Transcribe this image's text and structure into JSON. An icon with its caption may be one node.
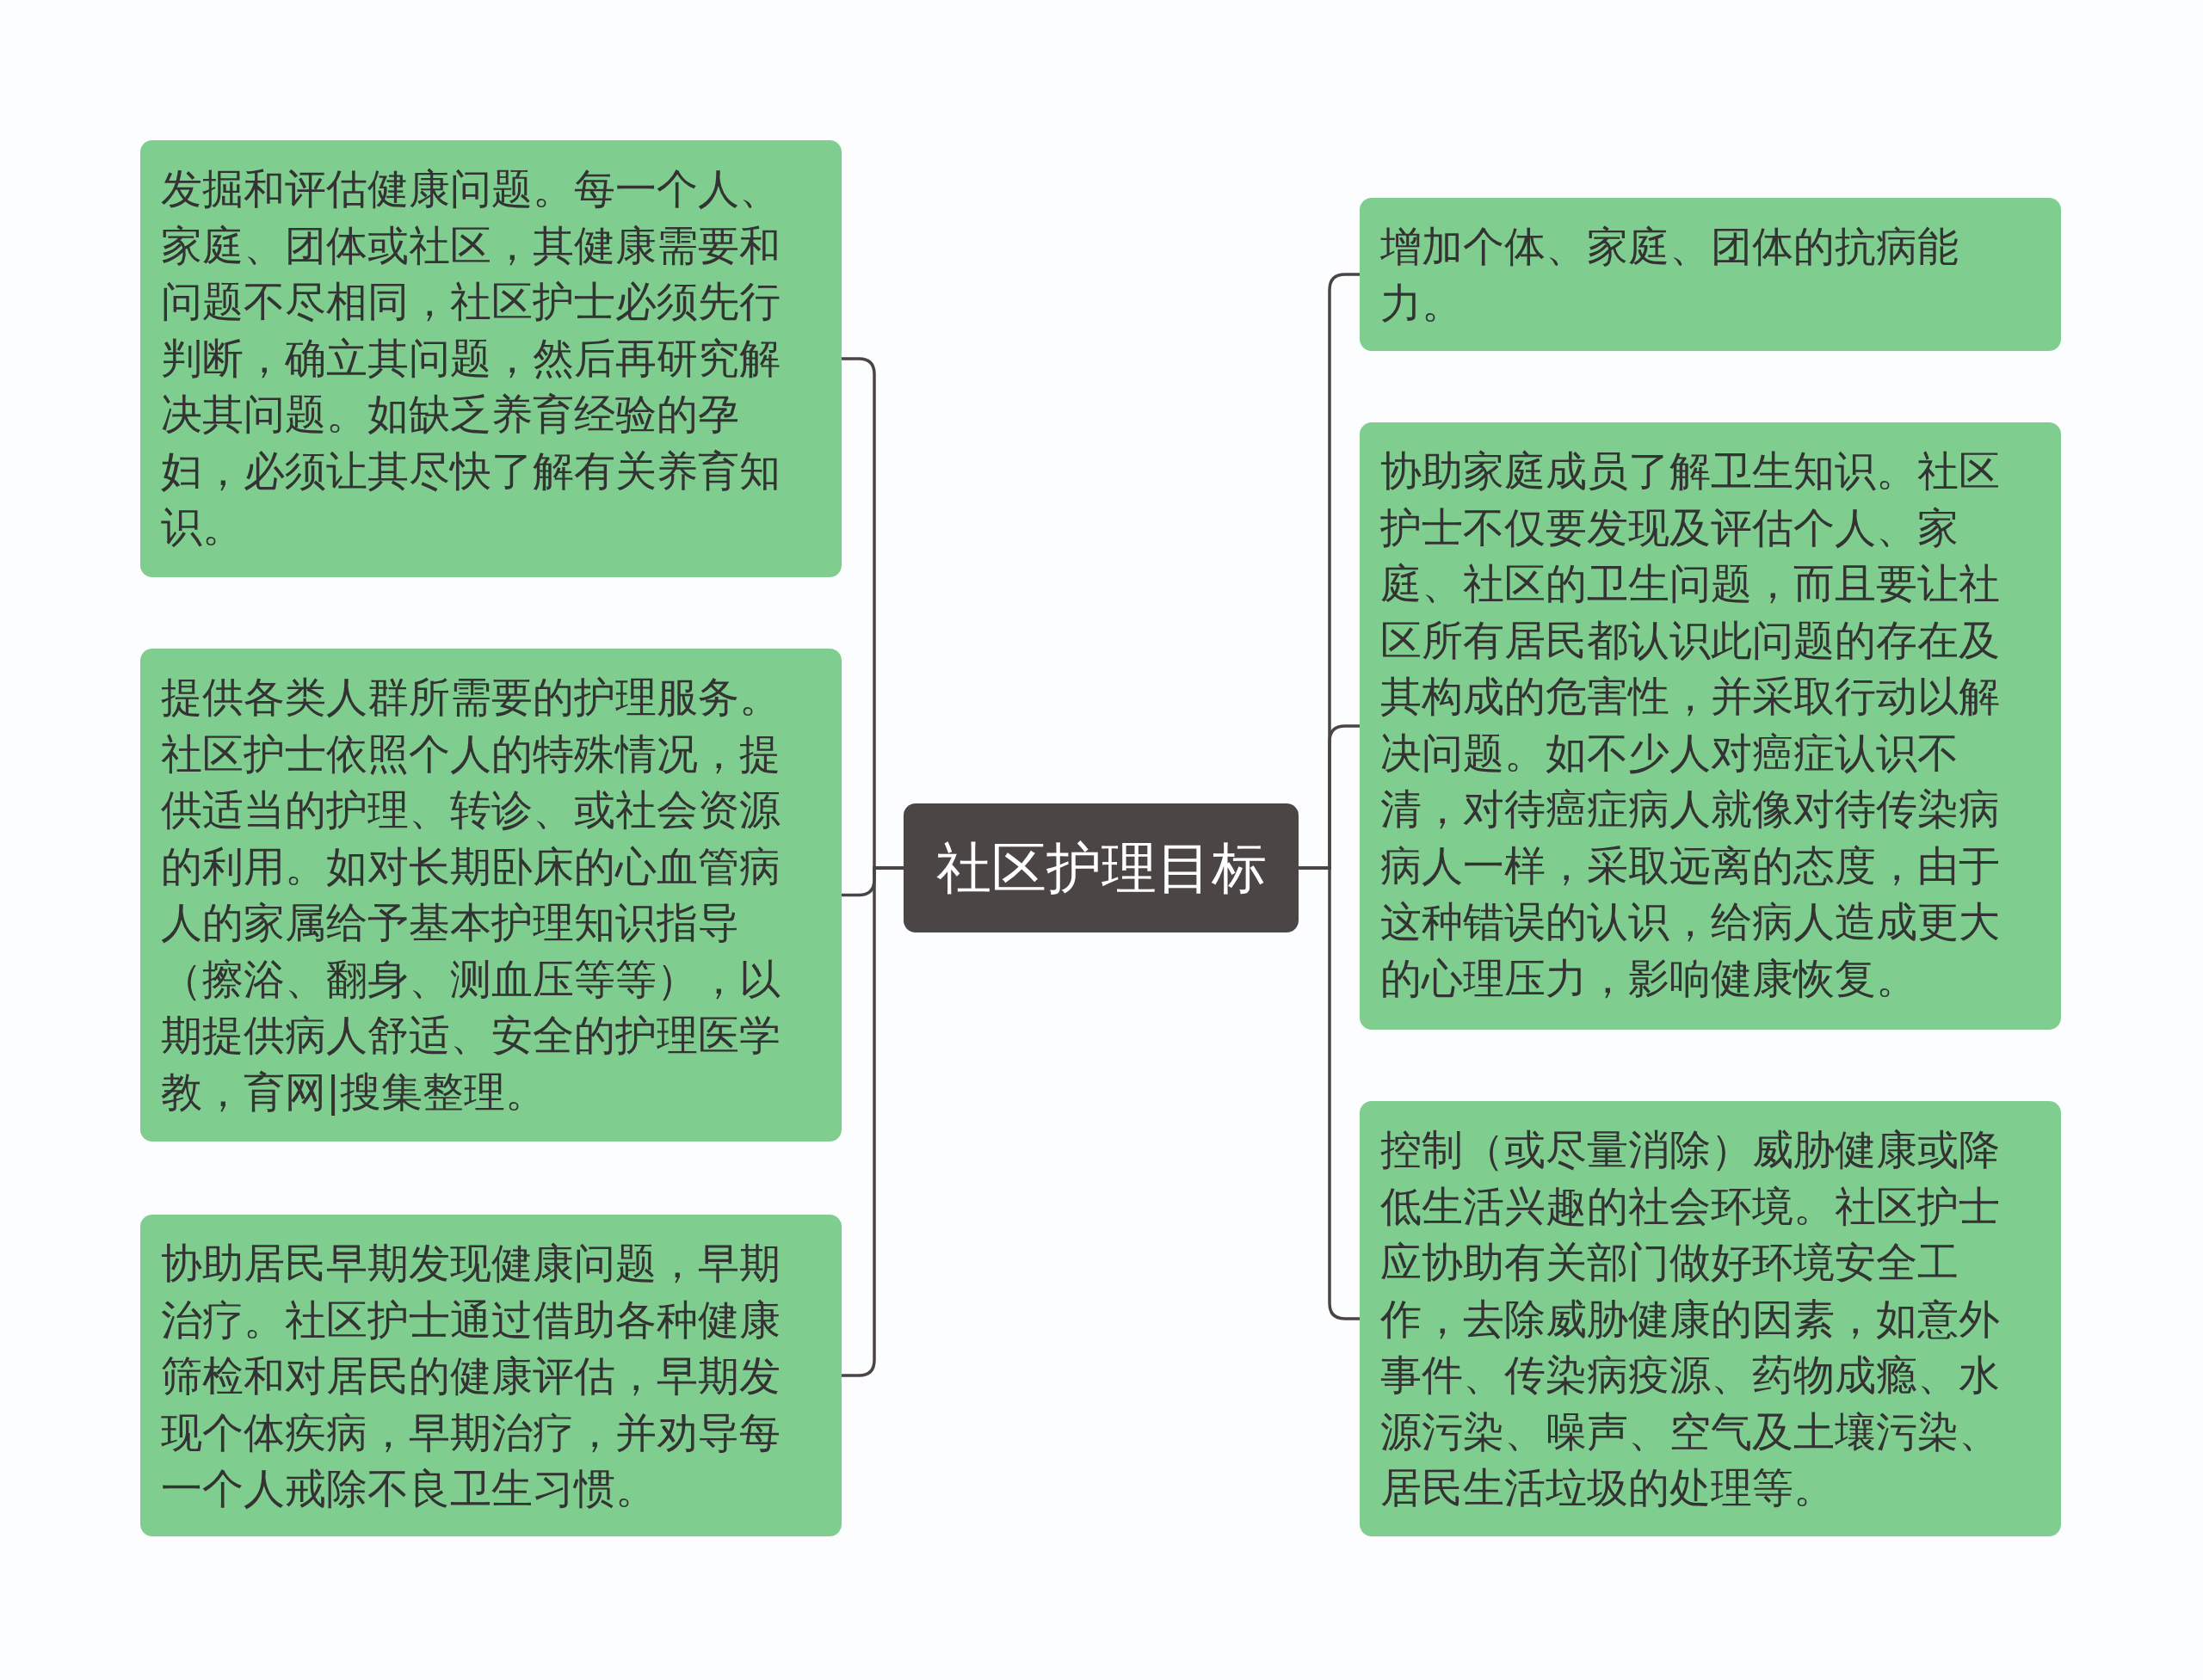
{
  "diagram": {
    "nodes": [
      {
        "text": [
          "社区护理目标"
        ]
      },
      {
        "text": [
          "发掘和评估健康问题。每一个人、家庭、团体或社区，其健康需要和问题不尽相同，社区护士必须先行判断，确立其问题，然后再研究解决其问题。如缺乏养育经验的孕妇，必须让其尽快了解有关养育知识。"
        ]
      },
      {
        "text": [
          "提供各类人群所需要的护理服务。社区护士依照个人的特殊情况，提供适当的护理、转诊、或社会资源的利用。如对长期卧床的心血管病人的家属给予基本护理知识指导（擦浴、翻身、测血压等等），以期提供病人舒适、安全的护理医学教，育网|搜集整理。"
        ]
      },
      {
        "text": [
          "协助居民早期发现健康问题，早期治疗。社区护士通过借助各种健康筛检和对居民的健康评估，早期发现个体疾病，早期治疗，并劝导每一个人戒除不良卫生习惯。"
        ]
      },
      {
        "text": [
          "增加个体、家庭、团体的抗病能力。"
        ]
      },
      {
        "text": [
          "协助家庭成员了解卫生知识。社区护士不仅要发现及评估个人、家庭、社区的卫生问题，而且要让社区所有居民都认识此问题的存在及其构成的危害性，并采取行动以解决问题。如不少人对癌症认识不清，对待癌症病人就像对待传染病病人一样，采取远离的态度，由于这种错误的认识，给病人造成更大的心理压力，影响健康恢复。"
        ]
      },
      {
        "text": [
          "控制（或尽量消除）威胁健康或降低生活兴趣的社会环境。社区护士应协助有关部门做好环境安全工作，去除威胁健康的因素，如意外事件、传染病疫源、药物成瘾、水源污染、噪声、空气及土壤污染、居民生活垃圾的处理等。"
        ]
      }
    ],
    "edges": [
      {
        "from": 0,
        "to": 1,
        "arrow": "none"
      },
      {
        "from": 0,
        "to": 2,
        "arrow": "none"
      },
      {
        "from": 0,
        "to": 3,
        "arrow": "none"
      },
      {
        "from": 0,
        "to": 4,
        "arrow": "none"
      },
      {
        "from": 0,
        "to": 5,
        "arrow": "none"
      },
      {
        "from": 0,
        "to": 6,
        "arrow": "none"
      }
    ]
  }
}
